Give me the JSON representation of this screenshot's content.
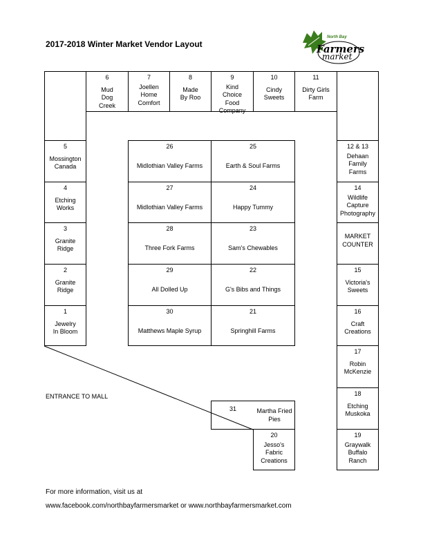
{
  "title": "2017-2018 Winter Market Vendor Layout",
  "logo": {
    "line1": "North Bay",
    "line2": "Farmers",
    "line3": "market",
    "leaf_color": "#3a7d1c"
  },
  "booths": {
    "b6": {
      "num": "6",
      "name": "Mud Dog Creek"
    },
    "b7": {
      "num": "7",
      "name": "Joellen Home Comfort"
    },
    "b8": {
      "num": "8",
      "name": "Made By Roo"
    },
    "b9": {
      "num": "9",
      "name": "Kind Choice Food Company"
    },
    "b10": {
      "num": "10",
      "name": "Cindy Sweets"
    },
    "b11": {
      "num": "11",
      "name": "Dirty Girls Farm"
    },
    "b5": {
      "num": "5",
      "name": "Mossington Canada"
    },
    "b4": {
      "num": "4",
      "name": "Etching Works"
    },
    "b3": {
      "num": "3",
      "name": "Granite Ridge"
    },
    "b2": {
      "num": "2",
      "name": "Granite Ridge"
    },
    "b1": {
      "num": "1",
      "name": "Jewelry In Bloom"
    },
    "b26": {
      "num": "26",
      "name": "Midlothian Valley Farms"
    },
    "b27": {
      "num": "27",
      "name": "Midlothian Valley Farms"
    },
    "b28": {
      "num": "28",
      "name": "Three Fork Farms"
    },
    "b29": {
      "num": "29",
      "name": "All Dolled Up"
    },
    "b30": {
      "num": "30",
      "name": "Matthews Maple Syrup"
    },
    "b25": {
      "num": "25",
      "name": "Earth & Soul Farms"
    },
    "b24": {
      "num": "24",
      "name": "Happy Tummy"
    },
    "b23": {
      "num": "23",
      "name": "Sam's Chewables"
    },
    "b22": {
      "num": "22",
      "name": "G's Bibs and Things"
    },
    "b21": {
      "num": "21",
      "name": "Springhill Farms"
    },
    "b1213": {
      "num": "12 & 13",
      "name": "Dehaan Family Farms"
    },
    "b14": {
      "num": "14",
      "name": "Wildlife Capture Photography"
    },
    "counter": {
      "name": "MARKET COUNTER"
    },
    "b15": {
      "num": "15",
      "name": "Victoria's Sweets"
    },
    "b16": {
      "num": "16",
      "name": "Craft Creations"
    },
    "b17": {
      "num": "17",
      "name": "Robin McKenzie"
    },
    "b18": {
      "num": "18",
      "name": "Etching Muskoka"
    },
    "b19": {
      "num": "19",
      "name": "Graywalk Buffalo Ranch"
    },
    "b31": {
      "num": "31",
      "name": "Martha Fried Pies"
    },
    "b20": {
      "num": "20",
      "name": "Jesso's Fabric Creations"
    }
  },
  "entrance_label": "ENTRANCE TO MALL",
  "footer": {
    "line1": "For more information, visit us at",
    "line2": "www.facebook.com/northbayfarmersmarket or www.northbayfarmersmarket.com"
  }
}
